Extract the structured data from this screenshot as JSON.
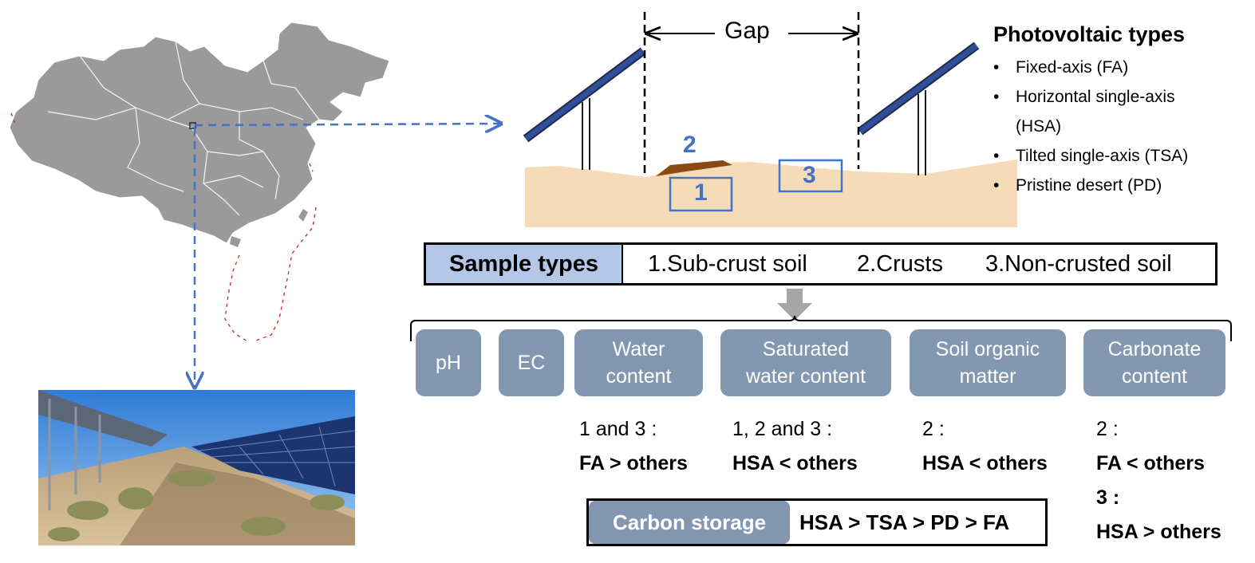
{
  "diagram": {
    "gap_label": "Gap",
    "photovoltaic": {
      "title": "Photovoltaic types",
      "items": [
        {
          "line1": "Fixed-axis (FA)",
          "line2": ""
        },
        {
          "line1": "Horizontal single-axis",
          "line2": "(HSA)"
        },
        {
          "line1": "Tilted single-axis (TSA)",
          "line2": ""
        },
        {
          "line1": "Pristine desert (PD)",
          "line2": ""
        }
      ]
    },
    "sample_numbers": [
      "1",
      "2",
      "3"
    ],
    "sample_types": {
      "title": "Sample types",
      "items": [
        "1.Sub-crust soil",
        "2.Crusts",
        "3.Non-crusted soil"
      ]
    },
    "parameters": [
      {
        "line1": "pH",
        "line2": ""
      },
      {
        "line1": "EC",
        "line2": ""
      },
      {
        "line1": "Water",
        "line2": "content"
      },
      {
        "line1": "Saturated",
        "line2": "water content"
      },
      {
        "line1": "Soil organic",
        "line2": "matter"
      },
      {
        "line1": "Carbonate",
        "line2": "content"
      }
    ],
    "results": [
      {
        "samples": "1 and 3 :",
        "finding": "FA > others"
      },
      {
        "samples": "1, 2 and 3 :",
        "finding": "HSA < others"
      },
      {
        "samples": "2 :",
        "finding": "HSA < others"
      },
      {
        "samples": "2 :",
        "finding": "FA < others",
        "samples2": "3 :",
        "finding2": "HSA > others"
      }
    ],
    "carbon_storage": {
      "label": "Carbon storage",
      "value": "HSA > TSA > PD > FA"
    },
    "colors": {
      "panel": "#2f4f9a",
      "panel_edge": "#1f2a44",
      "sand": "#f5dbb8",
      "crust": "#8b4a12",
      "sample_blue": "#4472c4",
      "param_box": "#8497b0",
      "sample_title_bg": "#b4c7e7",
      "map_gray": "#9a9a9a"
    }
  }
}
